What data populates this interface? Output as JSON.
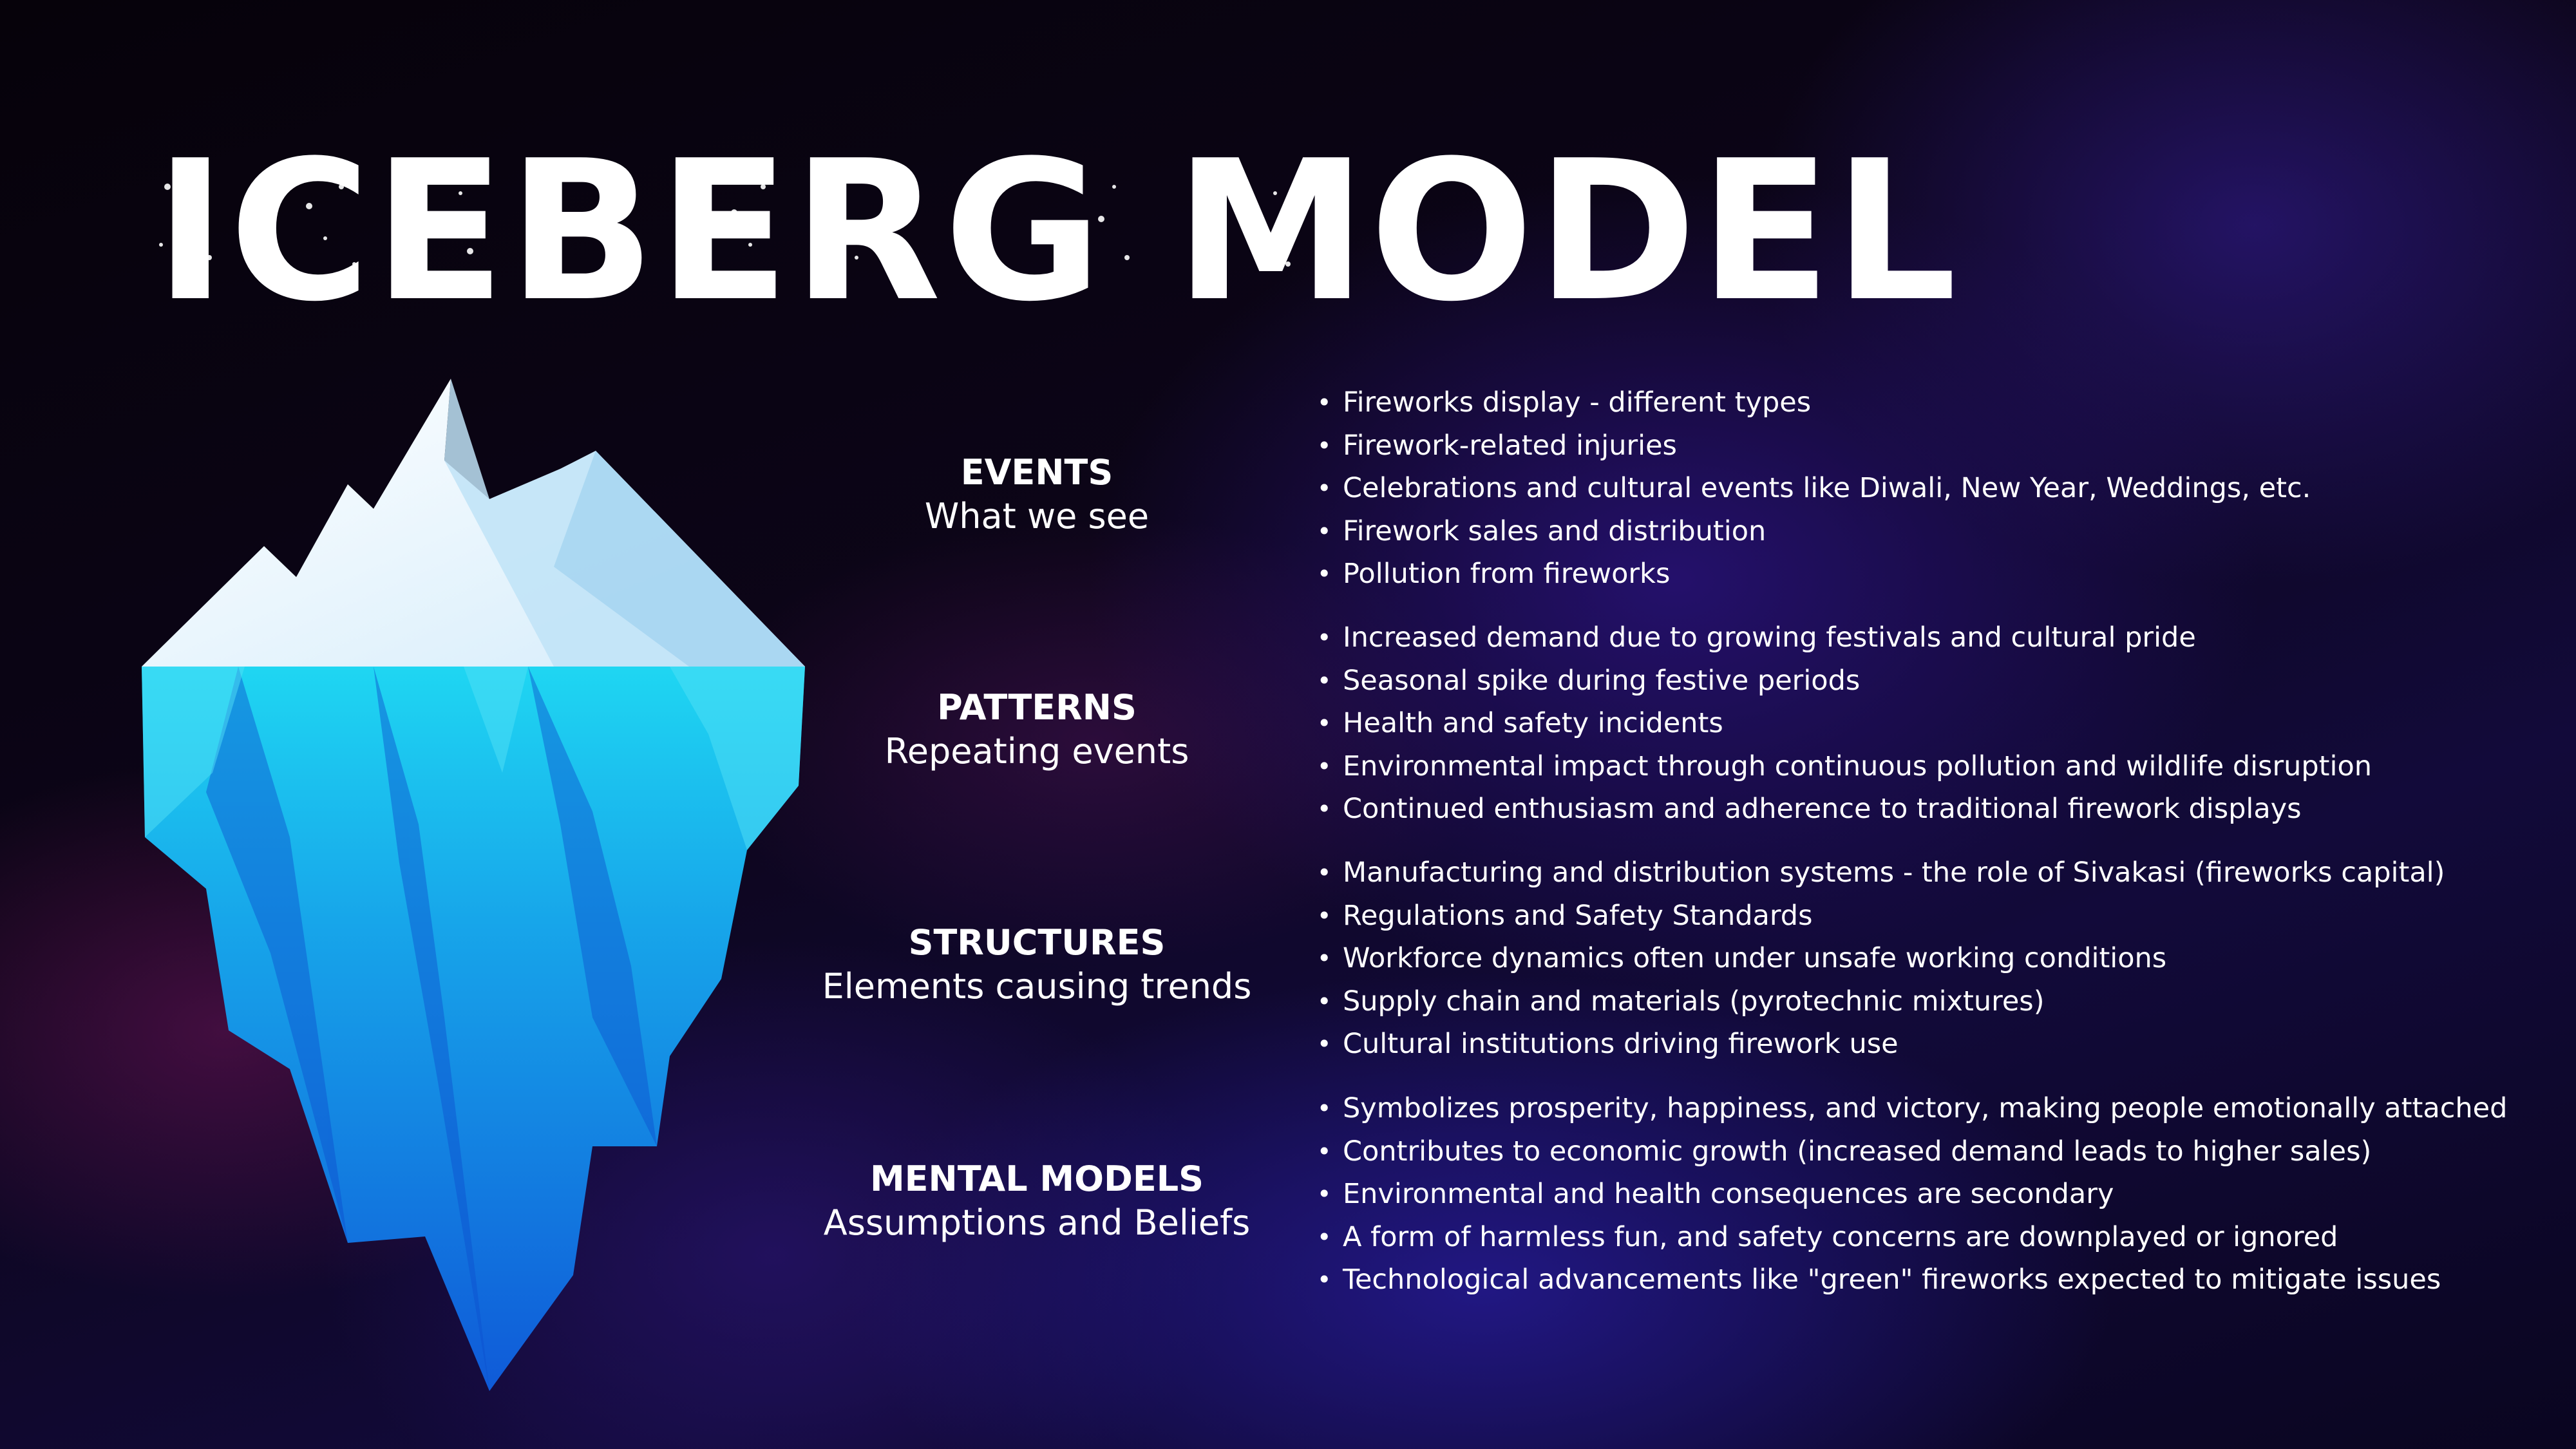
{
  "title": "ICEBERG MODEL",
  "levels": [
    {
      "name": "EVENTS",
      "description": "What we see",
      "bullets": [
        "Fireworks display - different types",
        "Firework-related injuries",
        "Celebrations and cultural events like Diwali, New Year, Weddings, etc.",
        "Firework sales and distribution",
        "Pollution from fireworks"
      ]
    },
    {
      "name": "PATTERNS",
      "description": "Repeating events",
      "bullets": [
        "Increased demand due to growing festivals and cultural pride",
        "Seasonal spike during festive periods",
        "Health and safety incidents",
        "Environmental impact through continuous pollution and wildlife disruption",
        "Continued enthusiasm and adherence to traditional firework displays"
      ]
    },
    {
      "name": "STRUCTURES",
      "description": "Elements causing trends",
      "bullets": [
        "Manufacturing and distribution systems - the role of Sivakasi (fireworks capital)",
        "Regulations and Safety Standards",
        "Workforce dynamics often under unsafe working conditions",
        "Supply chain and materials (pyrotechnic mixtures)",
        "Cultural institutions driving firework use"
      ]
    },
    {
      "name": "MENTAL MODELS",
      "description": "Assumptions and Beliefs",
      "bullets": [
        "Symbolizes prosperity, happiness, and victory, making people emotionally attached",
        "Contributes to economic growth (increased demand leads to higher sales)",
        "Environmental and health consequences are secondary",
        "A form of harmless fun, and safety concerns are downplayed or ignored",
        "Technological advancements like \"green\" fireworks expected to mitigate issues"
      ]
    }
  ],
  "colors": {
    "background": "#050309",
    "text": "#ffffff",
    "ice_top": "#ffffff",
    "ice_water_light": "#22d3f0",
    "ice_water_dark": "#1565e0"
  }
}
